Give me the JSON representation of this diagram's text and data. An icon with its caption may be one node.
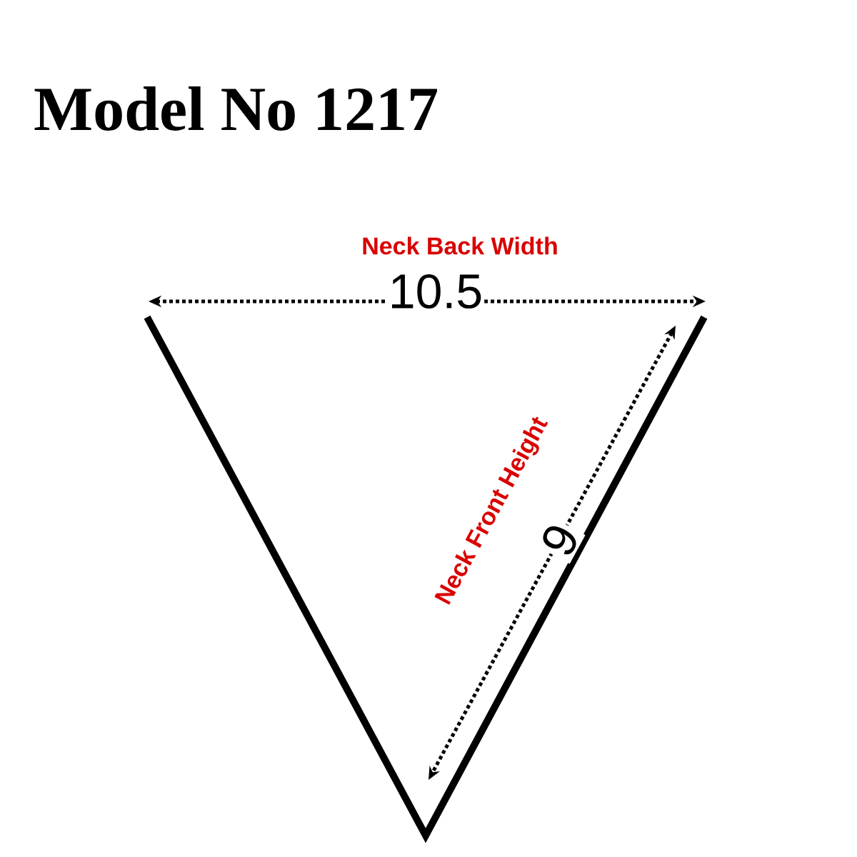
{
  "diagram": {
    "title": "Model No 1217",
    "labels": [
      "Neck Back Width",
      "10.5",
      "Neck Front Height",
      "9"
    ]
  }
}
